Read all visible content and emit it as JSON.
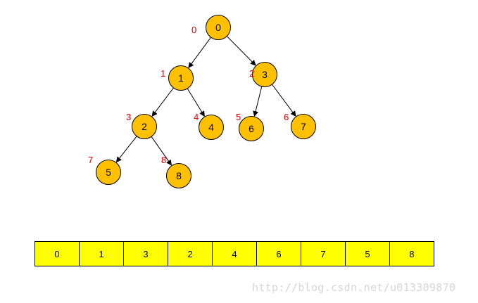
{
  "tree": {
    "nodes": [
      {
        "index": "0",
        "value": "0"
      },
      {
        "index": "1",
        "value": "1"
      },
      {
        "index": "2",
        "value": "3"
      },
      {
        "index": "3",
        "value": "2"
      },
      {
        "index": "4",
        "value": "4"
      },
      {
        "index": "5",
        "value": "6"
      },
      {
        "index": "6",
        "value": "7"
      },
      {
        "index": "7",
        "value": "5"
      },
      {
        "index": "8",
        "value": "8"
      }
    ],
    "edges": [
      [
        "0",
        "1"
      ],
      [
        "0",
        "2"
      ],
      [
        "1",
        "3"
      ],
      [
        "1",
        "4"
      ],
      [
        "2",
        "5"
      ],
      [
        "2",
        "6"
      ],
      [
        "3",
        "7"
      ],
      [
        "3",
        "8"
      ]
    ]
  },
  "array": [
    "0",
    "1",
    "3",
    "2",
    "4",
    "6",
    "7",
    "5",
    "8"
  ],
  "watermark": "http://blog.csdn.net/u013309870",
  "colors": {
    "node_fill": "#ffc000",
    "array_fill": "#ffff00",
    "index_label": "#e00000",
    "watermark": "#d6d6d6"
  }
}
